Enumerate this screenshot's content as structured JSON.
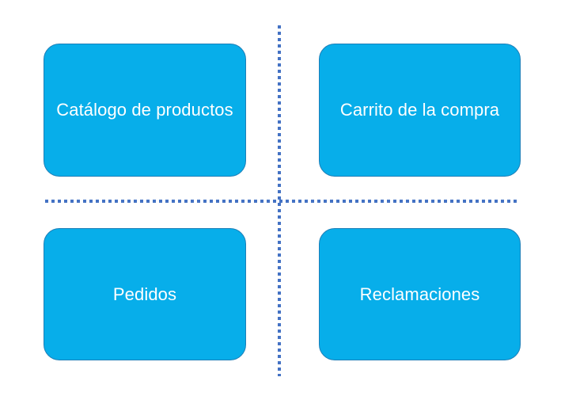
{
  "diagram": {
    "type": "quadrant-matrix",
    "layout": "2x2",
    "colors": {
      "box_fill": "#07AEEA",
      "box_border": "#1C7FB8",
      "box_text": "#FFFFFF",
      "divider": "#4472C4",
      "background": "#FFFFFF"
    },
    "dividers": {
      "vertical": "dotted",
      "horizontal": "dotted"
    },
    "quadrants": [
      {
        "id": "top-left",
        "label": "Catálogo de productos"
      },
      {
        "id": "top-right",
        "label": "Carrito de la compra"
      },
      {
        "id": "bottom-left",
        "label": "Pedidos"
      },
      {
        "id": "bottom-right",
        "label": "Reclamaciones"
      }
    ]
  }
}
